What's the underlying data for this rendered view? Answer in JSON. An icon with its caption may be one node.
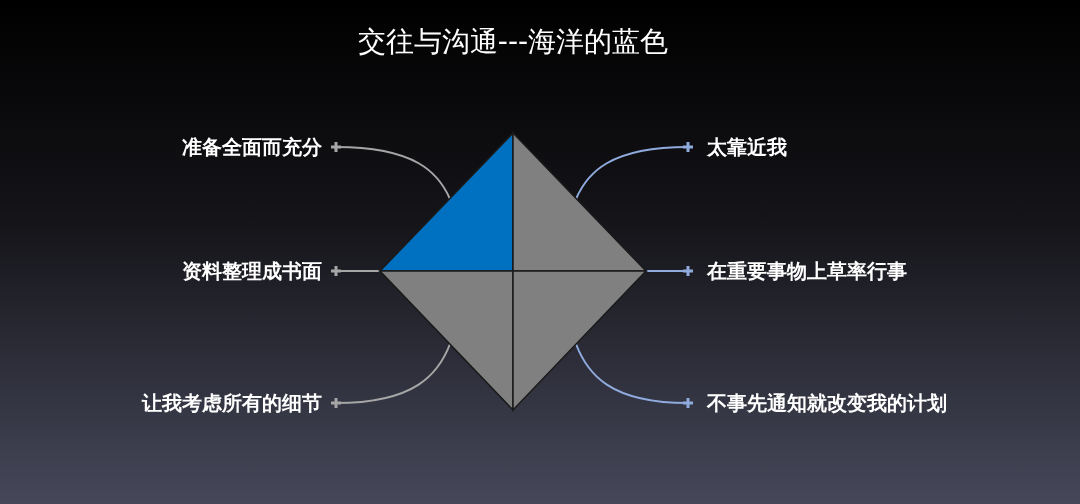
{
  "diagram": {
    "title": "交往与沟通---海洋的蓝色",
    "nodes": [
      {
        "text": [
          "准备全面而充分"
        ]
      },
      {
        "text": [
          "太靠近我"
        ]
      },
      {
        "text": [
          "资料整理成书面"
        ]
      },
      {
        "text": [
          "在重要事物上草率行事"
        ]
      },
      {
        "text": [
          "让我考虑所有的细节"
        ]
      },
      {
        "text": [
          "不事先通知就改变我的计划"
        ]
      },
      {
        "text": [],
        "shape": "triangle"
      },
      {
        "text": [],
        "shape": "triangle"
      },
      {
        "text": [],
        "shape": "triangle"
      },
      {
        "text": [],
        "shape": "triangle"
      }
    ],
    "edges": [
      {
        "from": 0,
        "to": 6,
        "arrow": "other",
        "color": "#a6a6a6"
      },
      {
        "from": 1,
        "to": 7,
        "arrow": "other",
        "color": "#8faadc"
      },
      {
        "from": 2,
        "to": 6,
        "arrow": "other",
        "color": "#a6a6a6"
      },
      {
        "from": 3,
        "to": 7,
        "arrow": "other",
        "color": "#8faadc"
      },
      {
        "from": 4,
        "to": 8,
        "arrow": "other",
        "color": "#a6a6a6"
      },
      {
        "from": 5,
        "to": 9,
        "arrow": "other",
        "color": "#8faadc"
      }
    ]
  }
}
